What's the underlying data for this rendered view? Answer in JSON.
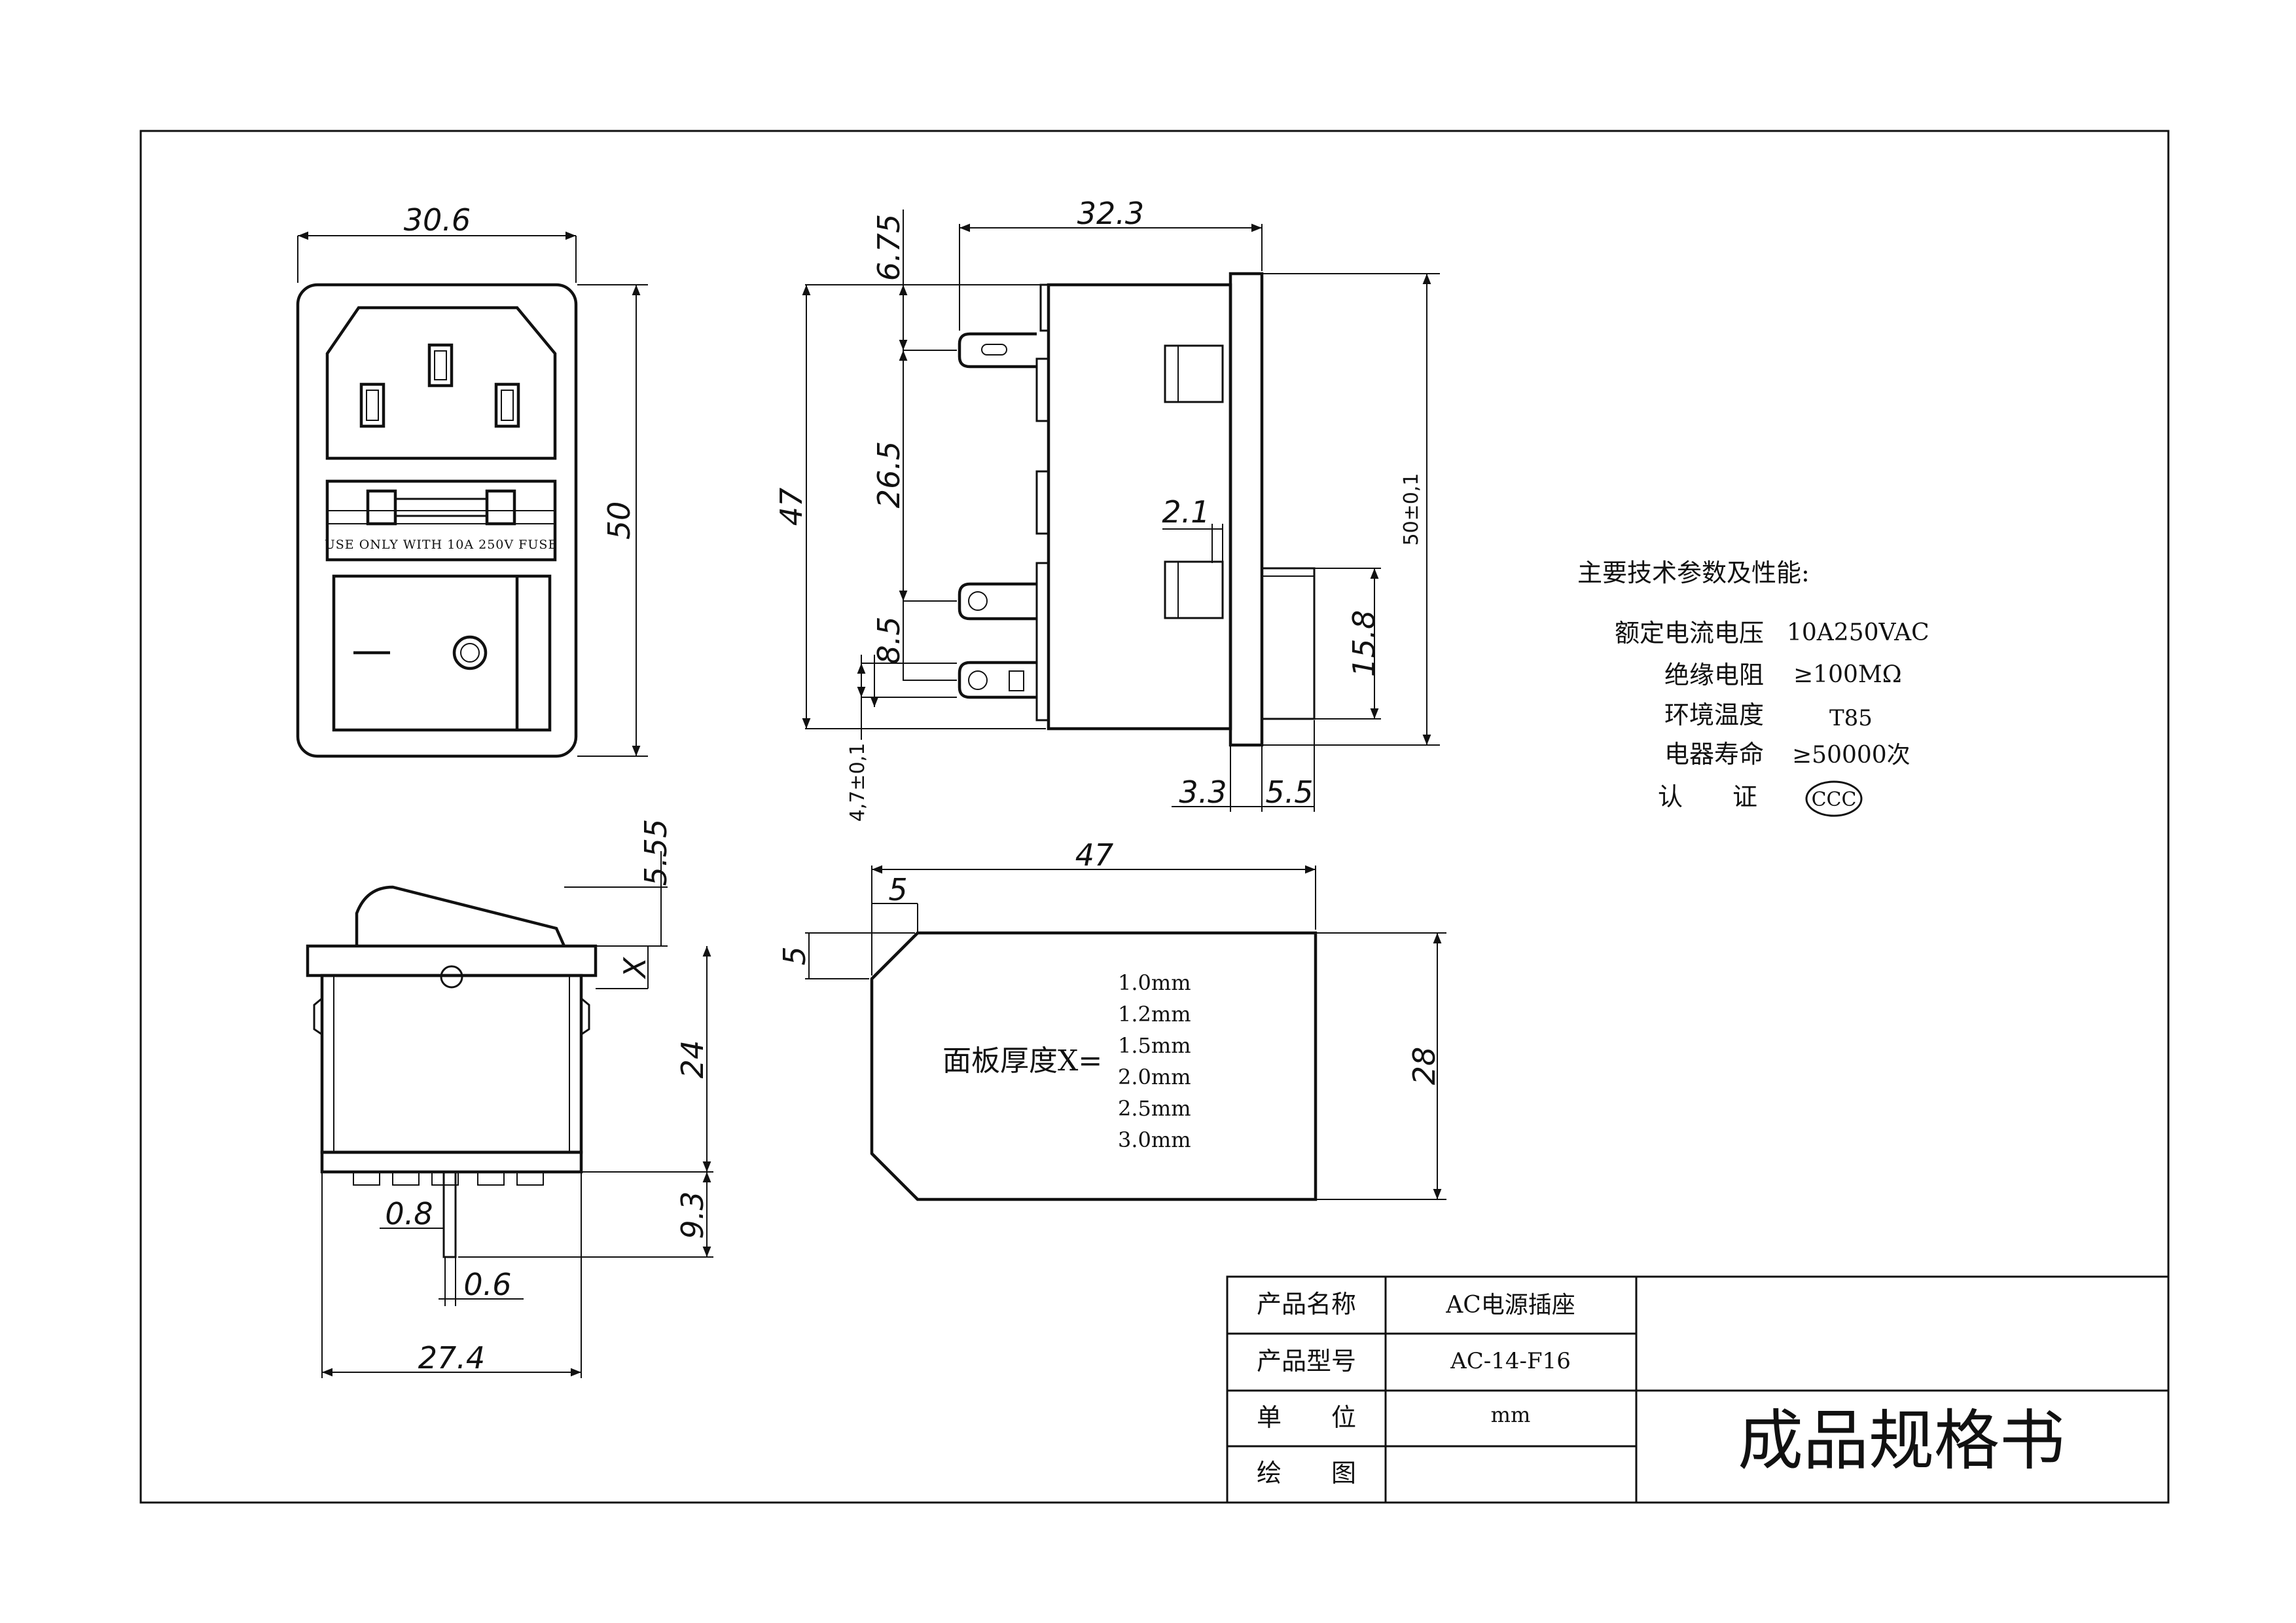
{
  "drawing": {
    "front_view": {
      "width_dim": "30.6",
      "height_dim": "50",
      "fuse_label": "USE ONLY WITH 10A 250V FUSE"
    },
    "side_view": {
      "top_dim": "32.3",
      "dim_6_75": "6.75",
      "dim_26_5": "26.5",
      "dim_47": "47",
      "dim_8_5": "8.5",
      "dim_4_7": "4,7±0,1",
      "dim_2_1": "2.1",
      "dim_50": "50±0,1",
      "dim_15_8": "15.8",
      "dim_3_3": "3.3",
      "dim_5_5": "5.5"
    },
    "bottom_view": {
      "dim_5_55": "5.55",
      "dim_x": "X",
      "dim_24": "24",
      "dim_9_3": "9.3",
      "dim_0_8": "0.8",
      "dim_0_6": "0.6",
      "dim_27_4": "27.4"
    },
    "cutout": {
      "dim_47": "47",
      "dim_5_top": "5",
      "dim_5_left": "5",
      "dim_28": "28",
      "panel_label": "面板厚度X=",
      "thickness_options": [
        "1.0mm",
        "1.2mm",
        "1.5mm",
        "2.0mm",
        "2.5mm",
        "3.0mm"
      ]
    }
  },
  "specs": {
    "heading": "主要技术参数及性能:",
    "rows": [
      {
        "label": "额定电流电压",
        "value": "10A250VAC"
      },
      {
        "label": "绝缘电阻",
        "value": "≥100MΩ"
      },
      {
        "label": "环境温度",
        "value": "T85"
      },
      {
        "label": "电器寿命",
        "value": "≥50000次"
      },
      {
        "label": "认　　证",
        "value": "CCC"
      }
    ]
  },
  "title_block": {
    "rows": [
      {
        "label": "产品名称",
        "value": "AC电源插座"
      },
      {
        "label": "产品型号",
        "value": "AC-14-F16"
      },
      {
        "label": "单　　位",
        "value": "mm"
      },
      {
        "label": "绘　　图",
        "value": ""
      }
    ],
    "doc_title": "成品规格书"
  }
}
